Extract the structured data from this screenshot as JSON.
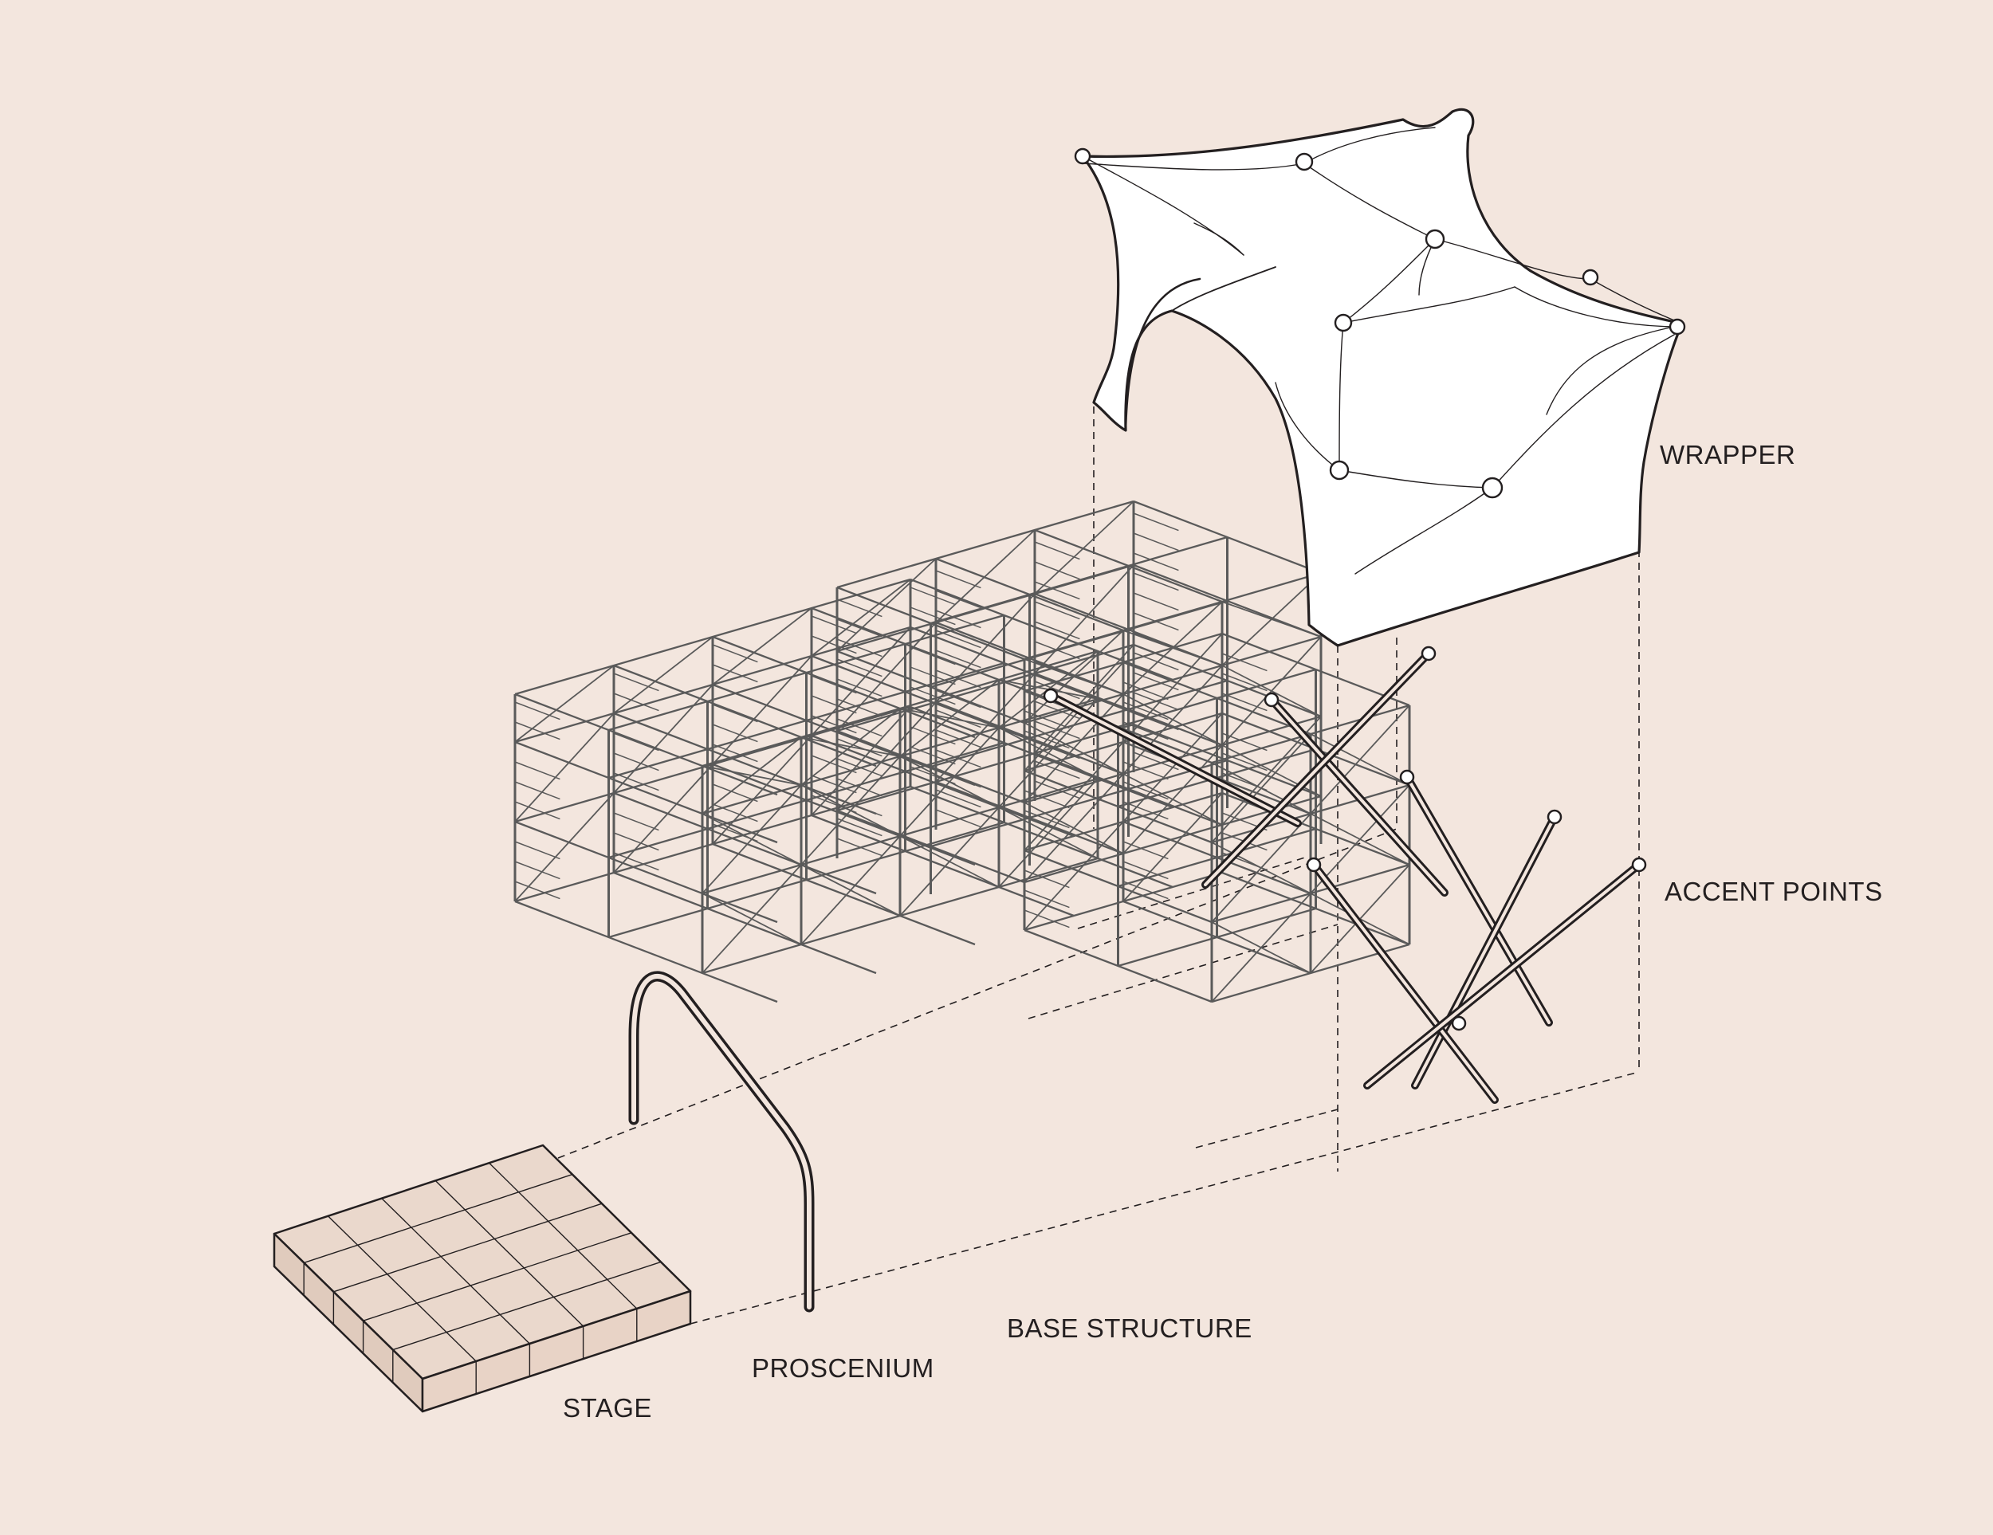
{
  "labels": {
    "wrapper": "WRAPPER",
    "accent_points": "ACCENT POINTS",
    "base_structure": "BASE STRUCTURE",
    "proscenium": "PROSCENIUM",
    "stage": "STAGE"
  },
  "colors": {
    "background": "#f3e6de",
    "stage_fill": "#ead8cc",
    "line": "#231f20",
    "scaffold": "#5a5a5a",
    "membrane": "#ffffff"
  }
}
